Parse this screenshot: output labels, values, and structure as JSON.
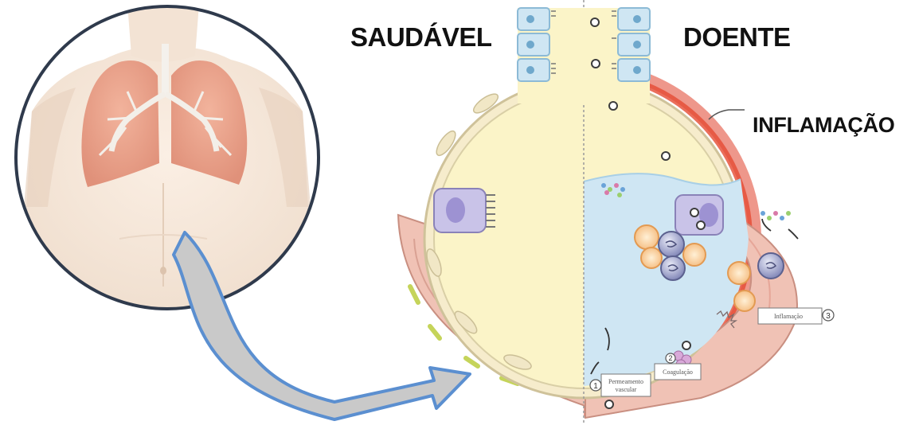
{
  "labels": {
    "healthy": "SAUDÁVEL",
    "sick": "DOENTE",
    "inflammation": "INFLAMAÇÃO"
  },
  "steps": [
    {
      "number": "1",
      "text_line1": "Permeamento",
      "text_line2": "vascular"
    },
    {
      "number": "2",
      "text": "Coagulação"
    },
    {
      "number": "3",
      "text": "Inflamação"
    }
  ],
  "colors": {
    "alveolus_fill": "#fbf4c8",
    "fluid_fill": "#cfe6f3",
    "vessel_fill": "#f0c2b5",
    "inflammation_glow": "#e0412c",
    "arrow_fill": "#c9c9c9",
    "arrow_stroke": "#5b8fd0",
    "torso_circle_stroke": "#2f3a4c"
  }
}
